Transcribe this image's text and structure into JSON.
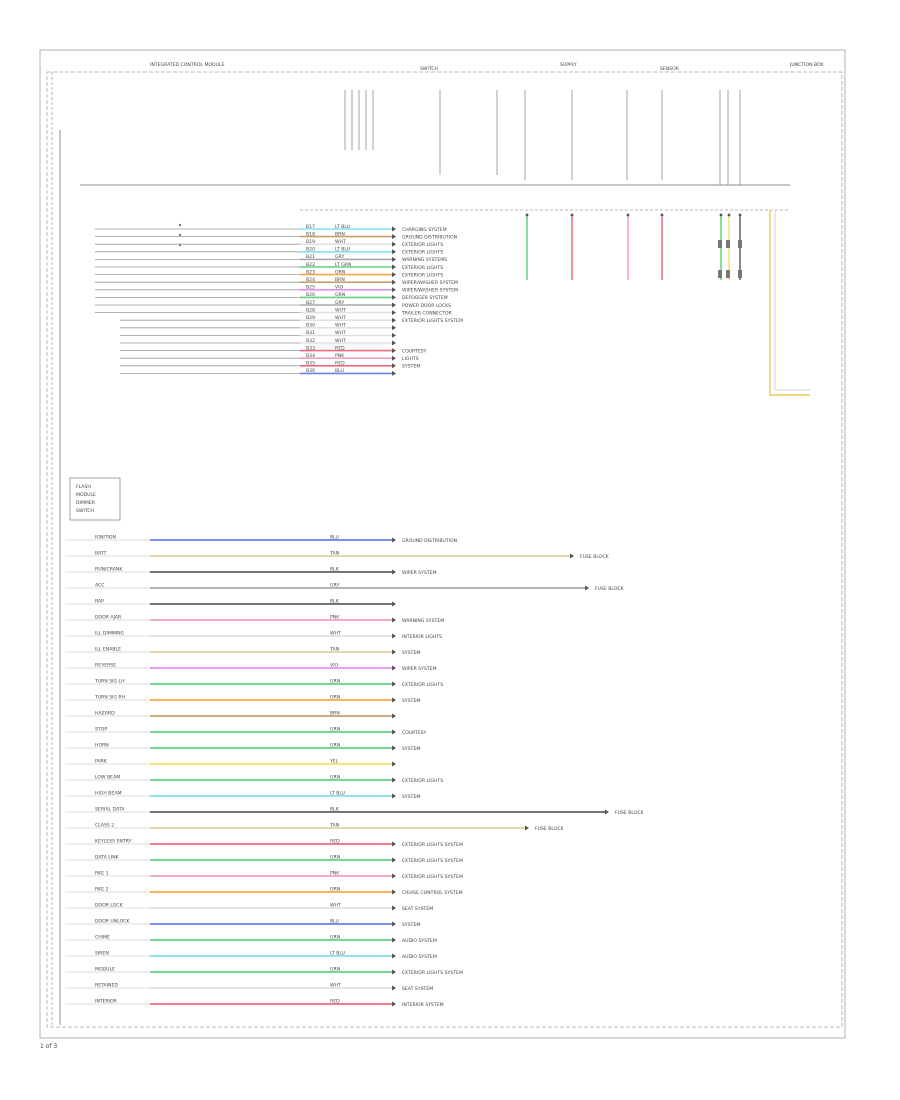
{
  "diagram": {
    "title": "",
    "page_number": "1 of 3",
    "colors": {
      "frame": "#b0b0b0",
      "wire_default": "#8c8c8c",
      "text": "#444444",
      "arrow": "#555555"
    },
    "top_labels": [
      "INTEGRATED CONTROL MODULE",
      "SWITCH",
      "SUPPLY",
      "SENSOR",
      "JUNCTION BOX"
    ],
    "wire_colors": {
      "LT BLU": "#7fe3f0",
      "BRN": "#c8a070",
      "WHT": "#e0e0e0",
      "GRY": "#a9a9a9",
      "GRN": "#63d37a",
      "ORN": "#f5a64d",
      "VIO": "#e58df0",
      "RED": "#f06a7c",
      "PNK": "#f59dc0",
      "BLU": "#6b7ff0",
      "YEL": "#f2e36a",
      "BLK": "#606060",
      "TAN": "#e8cfa0"
    },
    "middle_wires": [
      {
        "pin": "B17",
        "color": "LT BLU",
        "dest": "CHARGING SYSTEM"
      },
      {
        "pin": "B18",
        "color": "BRN",
        "dest": "GROUND DISTRIBUTION"
      },
      {
        "pin": "B19",
        "color": "WHT",
        "dest": "EXTERIOR LIGHTS"
      },
      {
        "pin": "B20",
        "color": "LT BLU",
        "dest": "EXTERIOR LIGHTS"
      },
      {
        "pin": "B21",
        "color": "GRY",
        "dest": "WARNING SYSTEMS"
      },
      {
        "pin": "B22",
        "color": "LT GRN",
        "dest": "EXTERIOR LIGHTS"
      },
      {
        "pin": "B23",
        "color": "ORN",
        "dest": "EXTERIOR LIGHTS"
      },
      {
        "pin": "B24",
        "color": "BRN",
        "dest": "WIPER/WASHER SYSTEM"
      },
      {
        "pin": "B25",
        "color": "VIO",
        "dest": "WIPER/WASHER SYSTEM"
      },
      {
        "pin": "B26",
        "color": "GRN",
        "dest": "DEFOGGER SYSTEM"
      },
      {
        "pin": "B27",
        "color": "GRY",
        "dest": "POWER DOOR LOCKS"
      },
      {
        "pin": "B28",
        "color": "WHT",
        "dest": "TRAILER CONNECTOR"
      },
      {
        "pin": "B29",
        "color": "WHT",
        "dest": "EXTERIOR LIGHTS SYSTEM"
      },
      {
        "pin": "B30",
        "color": "WHT",
        "dest": ""
      },
      {
        "pin": "B31",
        "color": "WHT",
        "dest": ""
      },
      {
        "pin": "B32",
        "color": "WHT",
        "dest": ""
      },
      {
        "pin": "B33",
        "color": "RED",
        "dest": "COURTESY"
      },
      {
        "pin": "B34",
        "color": "PNK",
        "dest": "LIGHTS"
      },
      {
        "pin": "B35",
        "color": "RED",
        "dest": "SYSTEM"
      },
      {
        "pin": "B36",
        "color": "BLU",
        "dest": ""
      }
    ],
    "lower_wires": [
      {
        "label": "IGNITION",
        "color": "BLU",
        "dest": "GROUND DISTRIBUTION"
      },
      {
        "label": "BATT",
        "color": "TAN",
        "dest": "FUSE BLOCK"
      },
      {
        "label": "RUN/CRANK",
        "color": "BLK",
        "dest": "WIPER SYSTEM"
      },
      {
        "label": "ACC",
        "color": "GRY",
        "dest": "FUSE BLOCK"
      },
      {
        "label": "RAP",
        "color": "BLK",
        "dest": ""
      },
      {
        "label": "DOOR AJAR",
        "color": "PNK",
        "dest": "WARNING SYSTEM"
      },
      {
        "label": "ILL DIMMING",
        "color": "WHT",
        "dest": "INTERIOR LIGHTS"
      },
      {
        "label": "ILL ENABLE",
        "color": "TAN",
        "dest": "SYSTEM"
      },
      {
        "label": "REVERSE",
        "color": "VIO",
        "dest": "WIPER SYSTEM"
      },
      {
        "label": "TURN SIG LH",
        "color": "GRN",
        "dest": "EXTERIOR LIGHTS"
      },
      {
        "label": "TURN SIG RH",
        "color": "ORN",
        "dest": "SYSTEM"
      },
      {
        "label": "HAZARD",
        "color": "BRN",
        "dest": ""
      },
      {
        "label": "STOP",
        "color": "GRN",
        "dest": "COURTESY"
      },
      {
        "label": "HORN",
        "color": "GRN",
        "dest": "SYSTEM"
      },
      {
        "label": "PARK",
        "color": "YEL",
        "dest": ""
      },
      {
        "label": "LOW BEAM",
        "color": "GRN",
        "dest": "EXTERIOR LIGHTS"
      },
      {
        "label": "HIGH BEAM",
        "color": "LT BLU",
        "dest": "SYSTEM"
      },
      {
        "label": "SERIAL DATA",
        "color": "BLK",
        "dest": "FUSE BLOCK"
      },
      {
        "label": "CLASS 2",
        "color": "TAN",
        "dest": "FUSE BLOCK"
      },
      {
        "label": "KEYLESS ENTRY",
        "color": "RED",
        "dest": "EXTERIOR LIGHTS SYSTEM"
      },
      {
        "label": "DATA LINK",
        "color": "GRN",
        "dest": "EXTERIOR LIGHTS SYSTEM"
      },
      {
        "label": "RKE 1",
        "color": "PNK",
        "dest": "EXTERIOR LIGHTS SYSTEM"
      },
      {
        "label": "RKE 2",
        "color": "ORN",
        "dest": "CRUISE CONTROL SYSTEM"
      },
      {
        "label": "DOOR LOCK",
        "color": "WHT",
        "dest": "SEAT SYSTEM"
      },
      {
        "label": "DOOR UNLOCK",
        "color": "BLU",
        "dest": "SYSTEM"
      },
      {
        "label": "CHIME",
        "color": "GRN",
        "dest": "AUDIO SYSTEM"
      },
      {
        "label": "SIREN",
        "color": "LT BLU",
        "dest": "AUDIO SYSTEM"
      },
      {
        "label": "MODULE",
        "color": "GRN",
        "dest": "EXTERIOR LIGHTS SYSTEM"
      },
      {
        "label": "RETAINED",
        "color": "WHT",
        "dest": "SEAT SYSTEM"
      },
      {
        "label": "INTERIOR",
        "color": "RED",
        "dest": "INTERIOR SYSTEM"
      }
    ]
  }
}
